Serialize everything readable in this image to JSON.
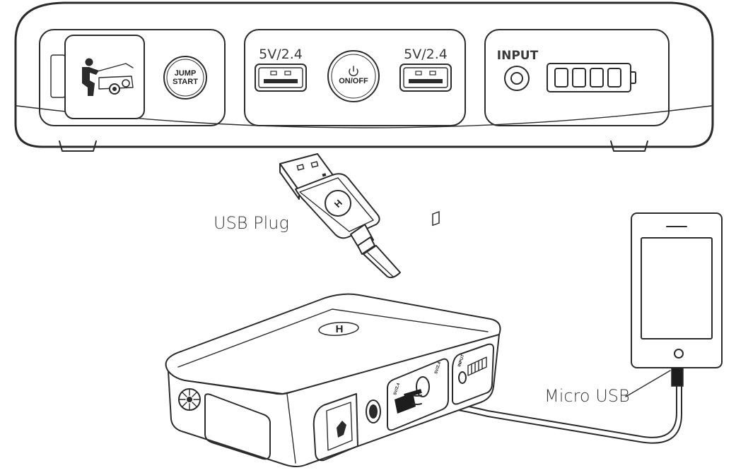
{
  "front_panel": {
    "jump_start_label_line1": "JUMP",
    "jump_start_label_line2": "START",
    "usb_left_label": "5V/2.4",
    "usb_right_label": "5V/2.4",
    "power_label": "ON/OFF",
    "input_label": "INPUT"
  },
  "callouts": {
    "usb_plug": "USB Plug",
    "micro_usb": "Micro USB"
  },
  "iso_device": {
    "usb_left_label": "5V/2.4",
    "usb_right_label": "5V/2.4",
    "input_label": "INPUT"
  }
}
